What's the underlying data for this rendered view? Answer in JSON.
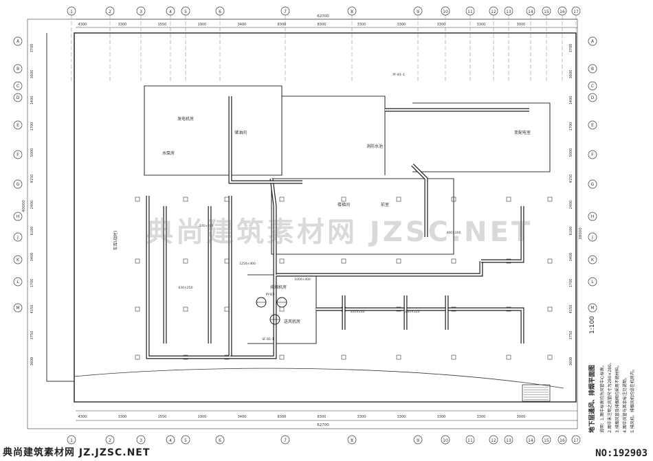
{
  "drawing": {
    "title": "地下层通风、排烟平面图",
    "scale": "1:100",
    "notes": [
      "说明：1.图中标高均为风管中心标高。",
      "2.图中未注明之风管尺寸为280×280。",
      "3.排烟风管及排烟阀均采用不燃材料。",
      "4.图中风管与其余标注见说明。",
      "5.排风机、排烟风机均设在机房内。"
    ],
    "top_axes": [
      "1",
      "2",
      "3",
      "4",
      "5",
      "6",
      "7",
      "8",
      "9",
      "10",
      "11",
      "12",
      "13",
      "14",
      "15",
      "16",
      "17"
    ],
    "bottom_axes": [
      "1",
      "2",
      "3",
      "4",
      "5",
      "6",
      "7",
      "8",
      "9",
      "10",
      "11",
      "12",
      "13",
      "14",
      "15",
      "16",
      "17"
    ],
    "left_axes": [
      "A",
      "B",
      "C",
      "D",
      "E",
      "F",
      "G",
      "H",
      "J",
      "K",
      "L",
      "M"
    ],
    "right_axes": [
      "A",
      "B",
      "C",
      "D",
      "E",
      "F",
      "G",
      "H",
      "J",
      "K",
      "L",
      "M"
    ],
    "top_dims": [
      "4300",
      "3300",
      "1550",
      "1900",
      "3400",
      "8300",
      "8300",
      "3300",
      "3300",
      "3300",
      "3300",
      "3000"
    ],
    "bottom_dims": [
      "4300",
      "3300",
      "1550",
      "1900",
      "3400",
      "8300",
      "8300",
      "3300",
      "3300",
      "3300",
      "3300",
      "3000"
    ],
    "top_total": "62700",
    "bottom_total": "62700",
    "left_dims": [
      "3700",
      "3600",
      "1400",
      "1700",
      "5000",
      "4150",
      "2400",
      "6100",
      "3400",
      "1700",
      "4150",
      "3750",
      "3600"
    ],
    "right_dims": [
      "3700",
      "3600",
      "1400",
      "1700",
      "5000",
      "4150",
      "2400",
      "6100",
      "3400",
      "1700",
      "4150",
      "3750",
      "3600"
    ],
    "left_total": "40000",
    "right_total": "38000",
    "rooms": [
      "发电机房",
      "储油间",
      "消防水池",
      "水泵房",
      "变配电室",
      "车库(战时)",
      "排烟机房",
      "送风机房",
      "楼梯间",
      "前室"
    ],
    "duct_labels": [
      "1000×400",
      "630×250",
      "800×320",
      "500×250",
      "1250×400",
      "400×200",
      "320×200"
    ],
    "equipment_labels": [
      "PY-B1-1",
      "SF-B1-1",
      "PF-B1-1"
    ]
  },
  "footer": {
    "site": "典尚建筑素材网 JZ.JZSC.NET",
    "number": "NO:192903"
  },
  "watermark": "典尚建筑素材网 JZSC.NET",
  "colors": {
    "line": "#333333",
    "duct": "#1a1a1a",
    "paper": "#ffffff"
  }
}
